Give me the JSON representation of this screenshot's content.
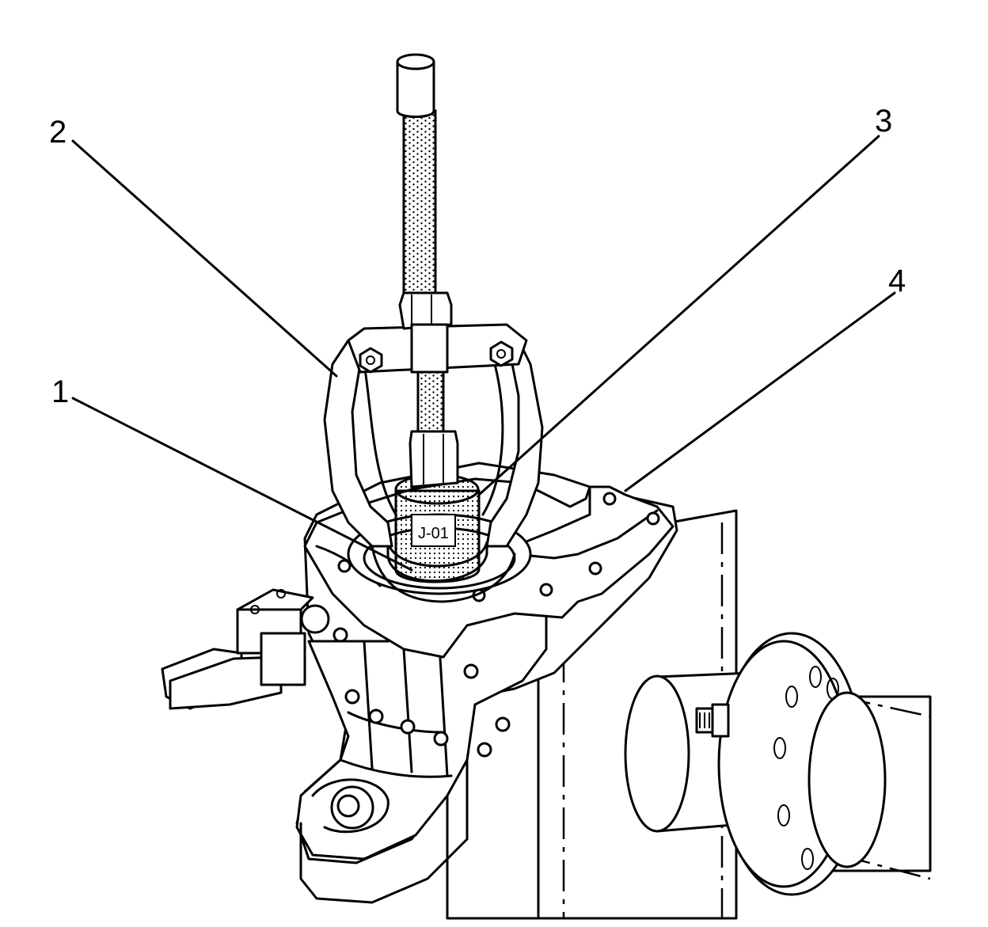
{
  "callouts": [
    {
      "id": "1",
      "label": "1"
    },
    {
      "id": "2",
      "label": "2"
    },
    {
      "id": "3",
      "label": "3"
    },
    {
      "id": "4",
      "label": "4"
    }
  ],
  "stamp_text": "J-01"
}
